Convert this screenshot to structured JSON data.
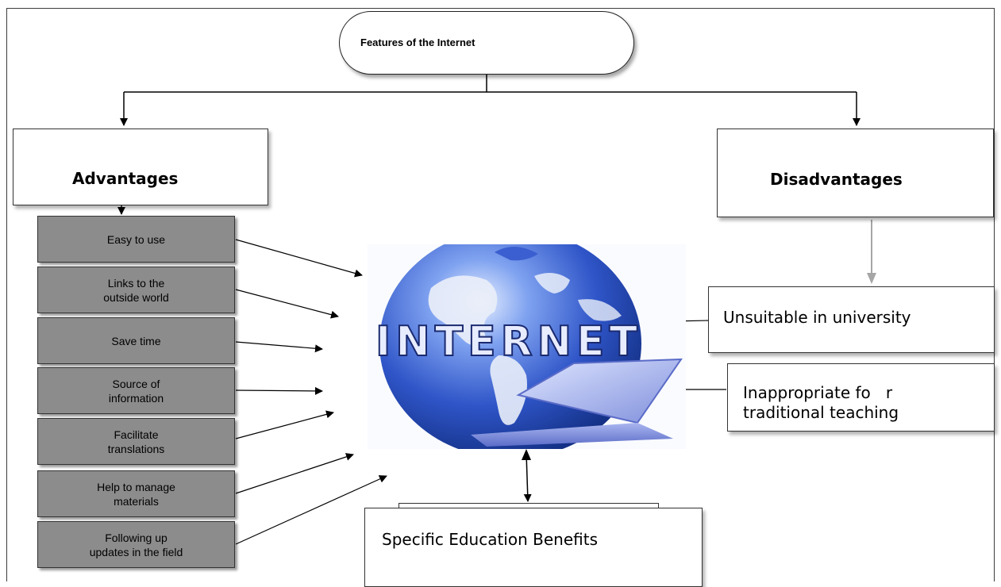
{
  "title": "Features of the Internet",
  "advantages": {
    "heading": "Advantages",
    "items": [
      "Easy to use",
      "Links to the\noutside world",
      "Save time",
      "Source of\ninformation",
      "Facilitate\ntranslations",
      "Help to manage\nmaterials",
      "Following up\nupdates in the field"
    ]
  },
  "disadvantages": {
    "heading": "Disadvantages",
    "items": [
      "Unsuitable in university",
      "Inappropriate fo   r\ntraditional teaching"
    ]
  },
  "center_image": {
    "label": "INTERNET",
    "icon": "globe-laptop-icon"
  },
  "bottom_box": "Specific Education Benefits",
  "colors": {
    "globe_blue": "#2f55c8",
    "gray_box": "#8c8c8c",
    "arrow_gray": "#a0a0a0"
  }
}
